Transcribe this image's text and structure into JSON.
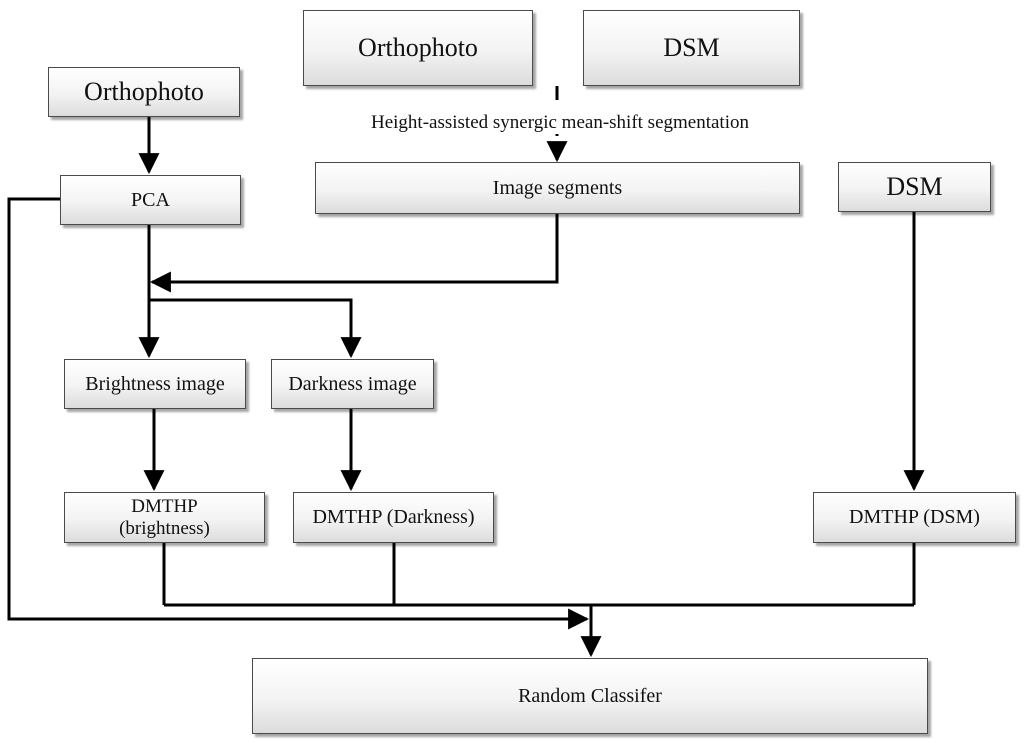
{
  "nodes": {
    "ortho_top": "Orthophoto",
    "dsm_top": "DSM",
    "ortho_left": "Orthophoto",
    "pca": "PCA",
    "segments": "Image segments",
    "dsm_right": "DSM",
    "brightness": "Brightness image",
    "darkness": "Darkness image",
    "dmthp_brightness": "DMTHP\n(brightness)",
    "dmthp_darkness": "DMTHP (Darkness)",
    "dmthp_dsm": "DMTHP (DSM)",
    "classifier": "Random Classifer"
  },
  "edge_labels": {
    "segmentation": "Height-assisted synergic mean-shift segmentation"
  },
  "colors": {
    "line": "#000000",
    "border": "#4a4a4a"
  }
}
